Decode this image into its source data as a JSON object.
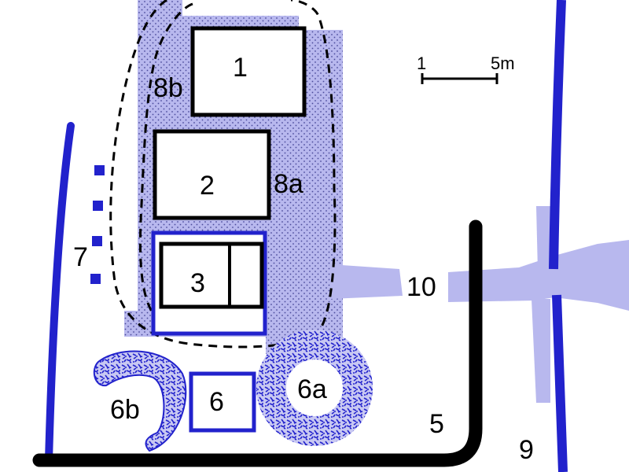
{
  "colors": {
    "blue": "#2222cc",
    "lavender": "#b8b8ee",
    "black": "#000000",
    "background": "#ffffff"
  },
  "labels": {
    "structure_1": "1",
    "structure_2": "2",
    "structure_3": "3",
    "area_5": "5",
    "structure_6": "6",
    "ring_6a": "6a",
    "arc_6b": "6b",
    "posts_7": "7",
    "zone_8a": "8a",
    "zone_8b": "8b",
    "area_9": "9",
    "channel_10": "10"
  },
  "scale_bar": {
    "left_label": "1",
    "right_label": "5m"
  }
}
